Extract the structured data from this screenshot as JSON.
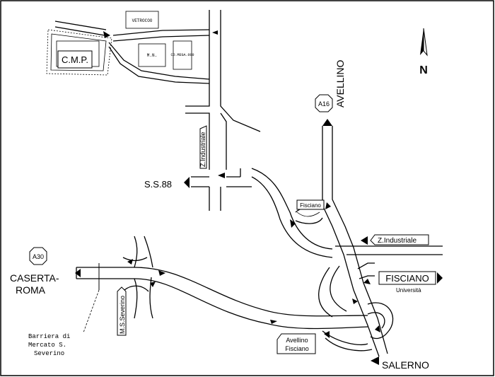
{
  "labels": {
    "cmp": "C.M.P.",
    "vetro": "VETROCOO",
    "mn": "M.N.",
    "co_mega": "CO.MEGA.000",
    "ss88": "S.S.88",
    "avellino": "AVELLINO",
    "a16": "A16",
    "north": "N",
    "z_industriale_vert": "Z.Industriale",
    "z_industriale_horiz": "Z.Industriale",
    "fisciano_small": "Fisciano",
    "fisciano": "FISCIANO",
    "universita": "Università",
    "a30": "A30",
    "caserta": "CASERTA-",
    "roma": "ROMA",
    "ms_severino": "M.S.Severino",
    "barriera_1": "Barriera di",
    "barriera_2": "Mercato S.",
    "barriera_3": "Severino",
    "avellino_small": "Avellino",
    "fisciano_small2": "Fisciano",
    "salerno": "SALERNO"
  },
  "icons": [
    "north-arrow-icon",
    "direction-arrow-icon",
    "motorway-shield-icon"
  ]
}
